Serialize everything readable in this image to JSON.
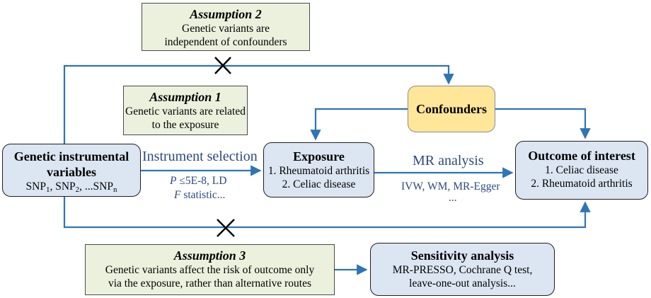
{
  "assumption2": {
    "title": "Assumption 2",
    "lines": [
      "Genetic variants are",
      "independent of confounders"
    ]
  },
  "assumption1": {
    "title": "Assumption 1",
    "lines": [
      "Genetic variants are related",
      "to the exposure"
    ]
  },
  "assumption3": {
    "title": "Assumption 3",
    "lines": [
      "Genetic variants  affect the risk of outcome only",
      "via the exposure, rather than alternative routes"
    ]
  },
  "confounders": {
    "title": "Confounders"
  },
  "genetic": {
    "title_1": "Genetic instrumental",
    "title_2": "variables",
    "snp": {
      "p1": "SNP",
      "s1": "1",
      "p2": ", SNP",
      "s2": "2",
      "p3": ", ...SNP",
      "s3": "n"
    }
  },
  "exposure": {
    "title": "Exposure",
    "lines": [
      "1. Rheumatoid arthritis",
      "2. Celiac disease"
    ]
  },
  "outcome": {
    "title": "Outcome of interest",
    "lines": [
      "1.  Celiac disease",
      "2. Rheumatoid arthritis"
    ]
  },
  "sensitivity": {
    "title": "Sensitivity analysis",
    "lines": [
      "MR-PRESSO, Cochrane Q test,",
      "leave-one-out analysis..."
    ]
  },
  "instrument_selection": {
    "label": "Instrument selection",
    "line1_p": "P",
    "line1_rest": " ≤5E-8, LD",
    "line2_f": "F",
    "line2_rest": " statistic..."
  },
  "mr_analysis": {
    "label": "MR analysis",
    "methods": "IVW, WM, MR-Egger",
    "more": "..."
  },
  "colors": {
    "arrow": "#2e75b6",
    "label_text": "#2e4a80",
    "green_box": "#ebf1dd",
    "blue_box": "#dce6f2",
    "gold_box": "#ffe699"
  }
}
